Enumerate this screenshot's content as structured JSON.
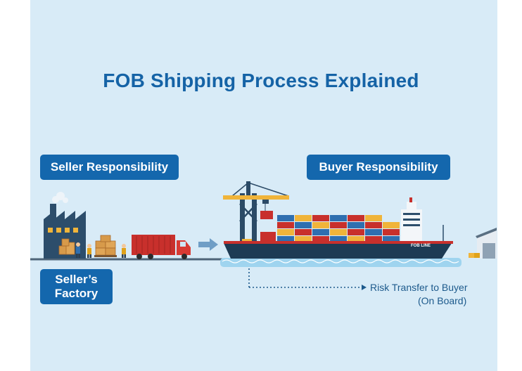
{
  "title": "FOB Shipping Process Explained",
  "seller_badge": "Seller Responsibility",
  "buyer_badge": "Buyer Responsibility",
  "factory_badge": {
    "line1": "Seller’s",
    "line2": "Factory"
  },
  "risk_label": {
    "line1": "Risk Transfer to Buyer",
    "line2": "(On Board)"
  },
  "ship_name": "FOB LINE",
  "colors": {
    "background": "#d8ebf7",
    "badge": "#1467ad",
    "title": "#1563a6",
    "road": "#4e6478",
    "water": "#9fd4ef",
    "truck": "#c8302c",
    "hull": "#1d3b54"
  }
}
